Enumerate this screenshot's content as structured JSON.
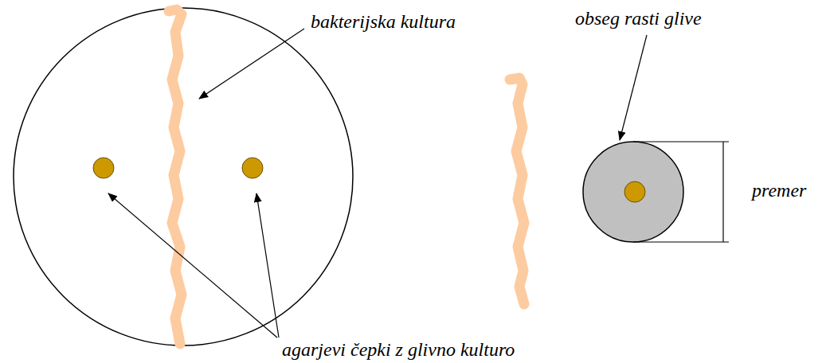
{
  "diagram": {
    "labels": [
      "bakterijska kultura",
      "obseg rasti glive",
      "premer",
      "agarjevi čepki z glivno kulturo"
    ]
  }
}
